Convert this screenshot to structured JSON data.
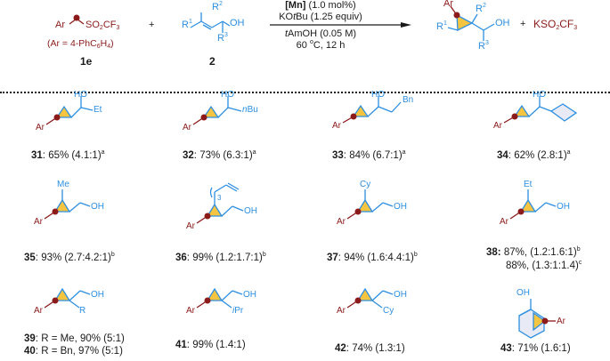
{
  "scheme": {
    "reagent1": {
      "ar_label": "Ar",
      "group": "SO2CF3",
      "group_main": "SO",
      "group_sub1": "2",
      "group_cf": "CF",
      "group_sub2": "3",
      "definition": "(Ar = 4-PhC6H4)",
      "def_pre": "(Ar = 4-PhC",
      "def_sub1": "6",
      "def_mid": "H",
      "def_sub2": "4",
      "def_post": ")",
      "compound_id": "1e"
    },
    "plus1": "+",
    "reagent2": {
      "r1": "R",
      "r1_sup": "1",
      "r2": "R",
      "r2_sup": "2",
      "r3": "R",
      "r3_sup": "3",
      "oh": "OH",
      "compound_id": "2"
    },
    "conditions": {
      "line1_bold": "[Mn]",
      "line1_rest": " (1.0 mol%)",
      "line2_pre": "KO",
      "line2_italic": "t",
      "line2_post": "Bu (1.25 equiv)",
      "line3_italic": "t",
      "line3_post": "AmOH (0.05 M)",
      "line4_pre": "60 ",
      "line4_sup": "o",
      "line4_post": "C, 12 h"
    },
    "product": {
      "ar": "Ar",
      "r1": "R",
      "r1_sup": "1",
      "r2": "R",
      "r2_sup": "2",
      "r3": "R",
      "r3_sup": "3",
      "oh": "OH"
    },
    "plus2": "+",
    "byproduct": {
      "pre": "KSO",
      "sub1": "2",
      "mid": "CF",
      "sub2": "3"
    }
  },
  "colors": {
    "aryl_red": "#8b1a1a",
    "chain_blue": "#2d8fe0",
    "ring_fill": "#f5c542",
    "ring_fill_light": "#e8eaf6",
    "text": "#1a1a1a"
  },
  "products": [
    {
      "id": "31",
      "yield": "65%",
      "ratio": "(4.1:1)",
      "note": "a",
      "subst": "Et",
      "ho": "HO",
      "ar": "Ar"
    },
    {
      "id": "32",
      "yield": "73%",
      "ratio": "(6.3:1)",
      "note": "a",
      "subst_it": "n",
      "subst": "Bu",
      "ho": "HO",
      "ar": "Ar"
    },
    {
      "id": "33",
      "yield": "84%",
      "ratio": "(6.7:1)",
      "note": "a",
      "subst": "Bn",
      "ho": "HO",
      "ar": "Ar"
    },
    {
      "id": "34",
      "yield": "62%",
      "ratio": "(2.8:1)",
      "note": "a",
      "subst": "cyclobutyl",
      "ho": "HO",
      "ar": "Ar"
    },
    {
      "id": "35",
      "yield": "93%",
      "ratio": "(2.7:4.2:1)",
      "note": "b",
      "subst": "Me",
      "oh": "OH",
      "ar": "Ar"
    },
    {
      "id": "36",
      "yield": "99%",
      "ratio": "(1.2:1.7:1)",
      "note": "b",
      "subst_count": "3",
      "oh": "OH",
      "ar": "Ar"
    },
    {
      "id": "37",
      "yield": "94%",
      "ratio": "(1.6:4.4:1)",
      "note": "b",
      "subst": "Cy",
      "oh": "OH",
      "ar": "Ar"
    },
    {
      "id": "38",
      "yield": "87%,",
      "ratio": "(1.2:1.6:1)",
      "note": "b",
      "yield2": "88%,",
      "ratio2": "(1.3:1:1.4)",
      "note2": "c",
      "subst": "Et",
      "oh": "OH",
      "ar": "Ar"
    },
    {
      "id": "39",
      "label": "R = Me, 90% (5:1)",
      "subst": "R",
      "oh": "OH",
      "ar": "Ar"
    },
    {
      "id": "40",
      "label": "R = Bn, 97% (5:1)"
    },
    {
      "id": "41",
      "yield": "99%",
      "ratio": "(1.4:1)",
      "subst_it": "i",
      "subst": "Pr",
      "oh": "OH",
      "ar": "Ar"
    },
    {
      "id": "42",
      "yield": "74%",
      "ratio": "(1.3:1)",
      "subst": "Cy",
      "oh": "OH",
      "ar": "Ar"
    },
    {
      "id": "43",
      "yield": "71%",
      "ratio": "(1.6:1)",
      "oh": "OH",
      "ar": "Ar"
    }
  ]
}
